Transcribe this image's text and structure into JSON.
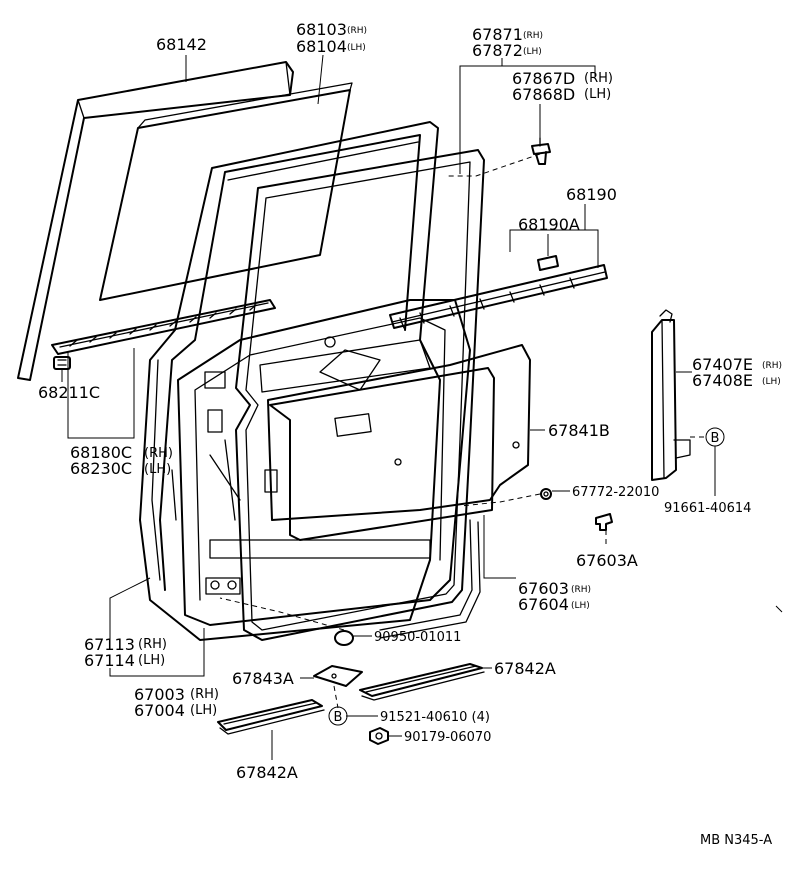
{
  "diagram_id": "MB N345-A",
  "suffixes": {
    "rh": "(RH)",
    "lh": "(LH)"
  },
  "labels": {
    "p68142": "68142",
    "p68103": "68103",
    "p68104": "68104",
    "p67871": "67871",
    "p67872": "67872",
    "p67867D": "67867D",
    "p67868D": "67868D",
    "p68190": "68190",
    "p68190A": "68190A",
    "p68211C": "68211C",
    "p68180C": "68180C",
    "p68230C": "68230C",
    "p67841B": "67841B",
    "p67407E": "67407E",
    "p67408E": "67408E",
    "p67772": "67772-22010",
    "p91661": "91661-40614",
    "p67603A": "67603A",
    "p67603": "67603",
    "p67604": "67604",
    "p67113": "67113",
    "p67114": "67114",
    "p90950": "90950-01011",
    "p67003": "67003",
    "p67004": "67004",
    "p67843A": "67843A",
    "p67842A_right": "67842A",
    "p91521": "91521-40610 (4)",
    "p90179": "90179-06070",
    "p67842A_bottom": "67842A"
  },
  "callout_letter": "B"
}
